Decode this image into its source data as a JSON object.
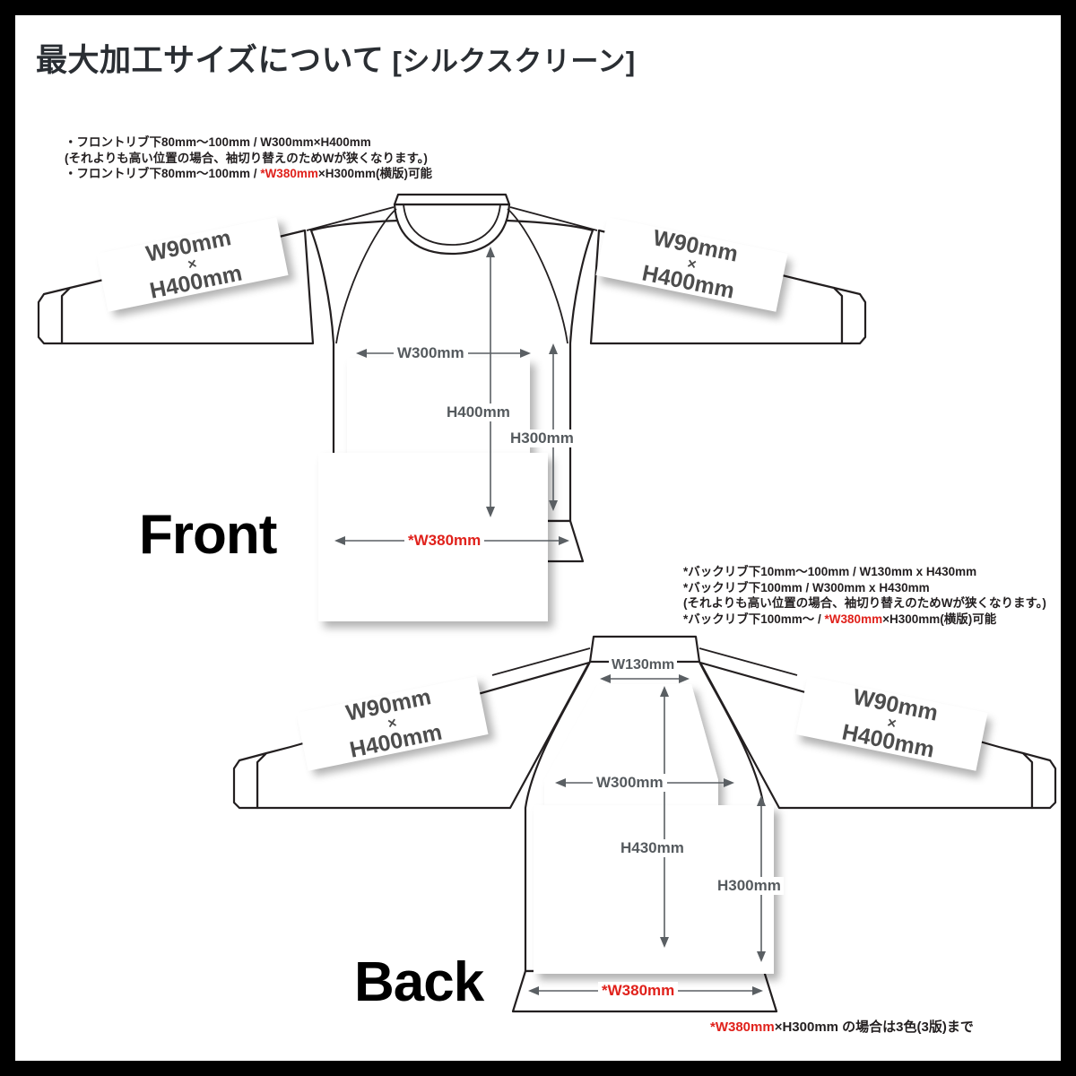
{
  "page": {
    "title": "最大加工サイズについて",
    "title_bracket": "[シルクスクリーン]",
    "border_color": "#000000",
    "background_color": "#ffffff",
    "accent_red": "#e0211b",
    "dim_text_color": "#555a5e"
  },
  "front_notes": {
    "line1": "・フロントリブ下80mm〜100mm / W300mm×H400mm",
    "line2": "(それよりも高い位置の場合、袖切り替えのためWが狭くなります。)",
    "line3_pre": "・フロントリブ下80mm〜100mm / ",
    "line3_red": "*W380mm",
    "line3_post": "×H300mm(横版)可能"
  },
  "back_notes": {
    "line1": "*バックリブ下10mm〜100mm / W130mm x H430mm",
    "line2": "*バックリブ下100mm / W300mm x H430mm",
    "line3": "(それよりも高い位置の場合、袖切り替えのためWが狭くなります。)",
    "line4_pre": "*バックリブ下100mm〜 / ",
    "line4_red": "*W380mm",
    "line4_post": "×H300mm(横版)可能"
  },
  "footer_note": {
    "red": "*W380mm",
    "rest": "×H300mm の場合は3色(3版)まで"
  },
  "front": {
    "caption": "Front",
    "sleeve_left": {
      "w": "W90mm",
      "x": "×",
      "h": "H400mm"
    },
    "sleeve_right": {
      "w": "W90mm",
      "x": "×",
      "h": "H400mm"
    },
    "dim_width": "W300mm",
    "dim_height": "H400mm",
    "dim_height_alt": "H300mm",
    "dim_hem": "*W380mm"
  },
  "back": {
    "caption": "Back",
    "sleeve_left": {
      "w": "W90mm",
      "x": "×",
      "h": "H400mm"
    },
    "sleeve_right": {
      "w": "W90mm",
      "x": "×",
      "h": "H400mm"
    },
    "dim_neck_width": "W130mm",
    "dim_width": "W300mm",
    "dim_height": "H430mm",
    "dim_height_alt": "H300mm",
    "dim_hem": "*W380mm"
  }
}
